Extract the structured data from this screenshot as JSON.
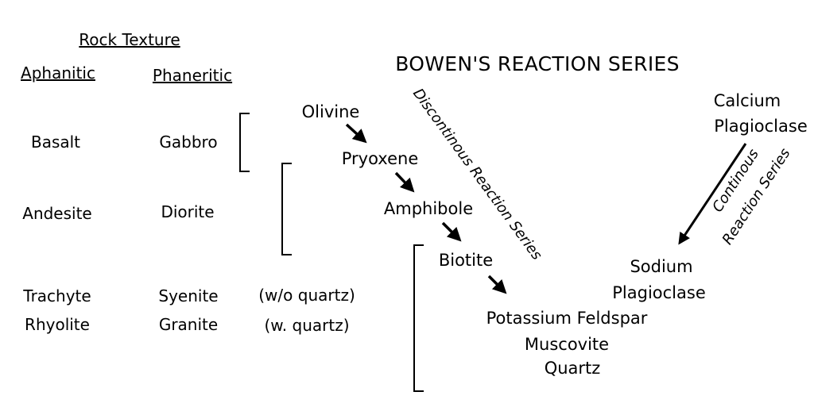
{
  "header": {
    "rock_texture": "Rock Texture",
    "aphanitic": "Aphanitic",
    "phaneritic": "Phaneritic",
    "title": "BOWEN'S REACTION SERIES"
  },
  "rocks": [
    {
      "aphanitic": "Basalt",
      "phaneritic": "Gabbro",
      "note": ""
    },
    {
      "aphanitic": "Andesite",
      "phaneritic": "Diorite",
      "note": ""
    },
    {
      "aphanitic": "Trachyte",
      "phaneritic": "Syenite",
      "note": "(w/o quartz)"
    },
    {
      "aphanitic": "Rhyolite",
      "phaneritic": "Granite",
      "note": "(w. quartz)"
    }
  ],
  "discontinuous": {
    "label": "Discontinous Reaction Series",
    "minerals": [
      "Olivine",
      "Pryoxene",
      "Amphibole",
      "Biotite"
    ]
  },
  "continuous": {
    "label_line1": "Continous",
    "label_line2": "Reaction Series",
    "start_line1": "Calcium",
    "start_line2": "Plagioclase",
    "end_line1": "Sodium",
    "end_line2": "Plagioclase"
  },
  "final": [
    "Potassium  Feldspar",
    "Muscovite",
    "Quartz"
  ]
}
